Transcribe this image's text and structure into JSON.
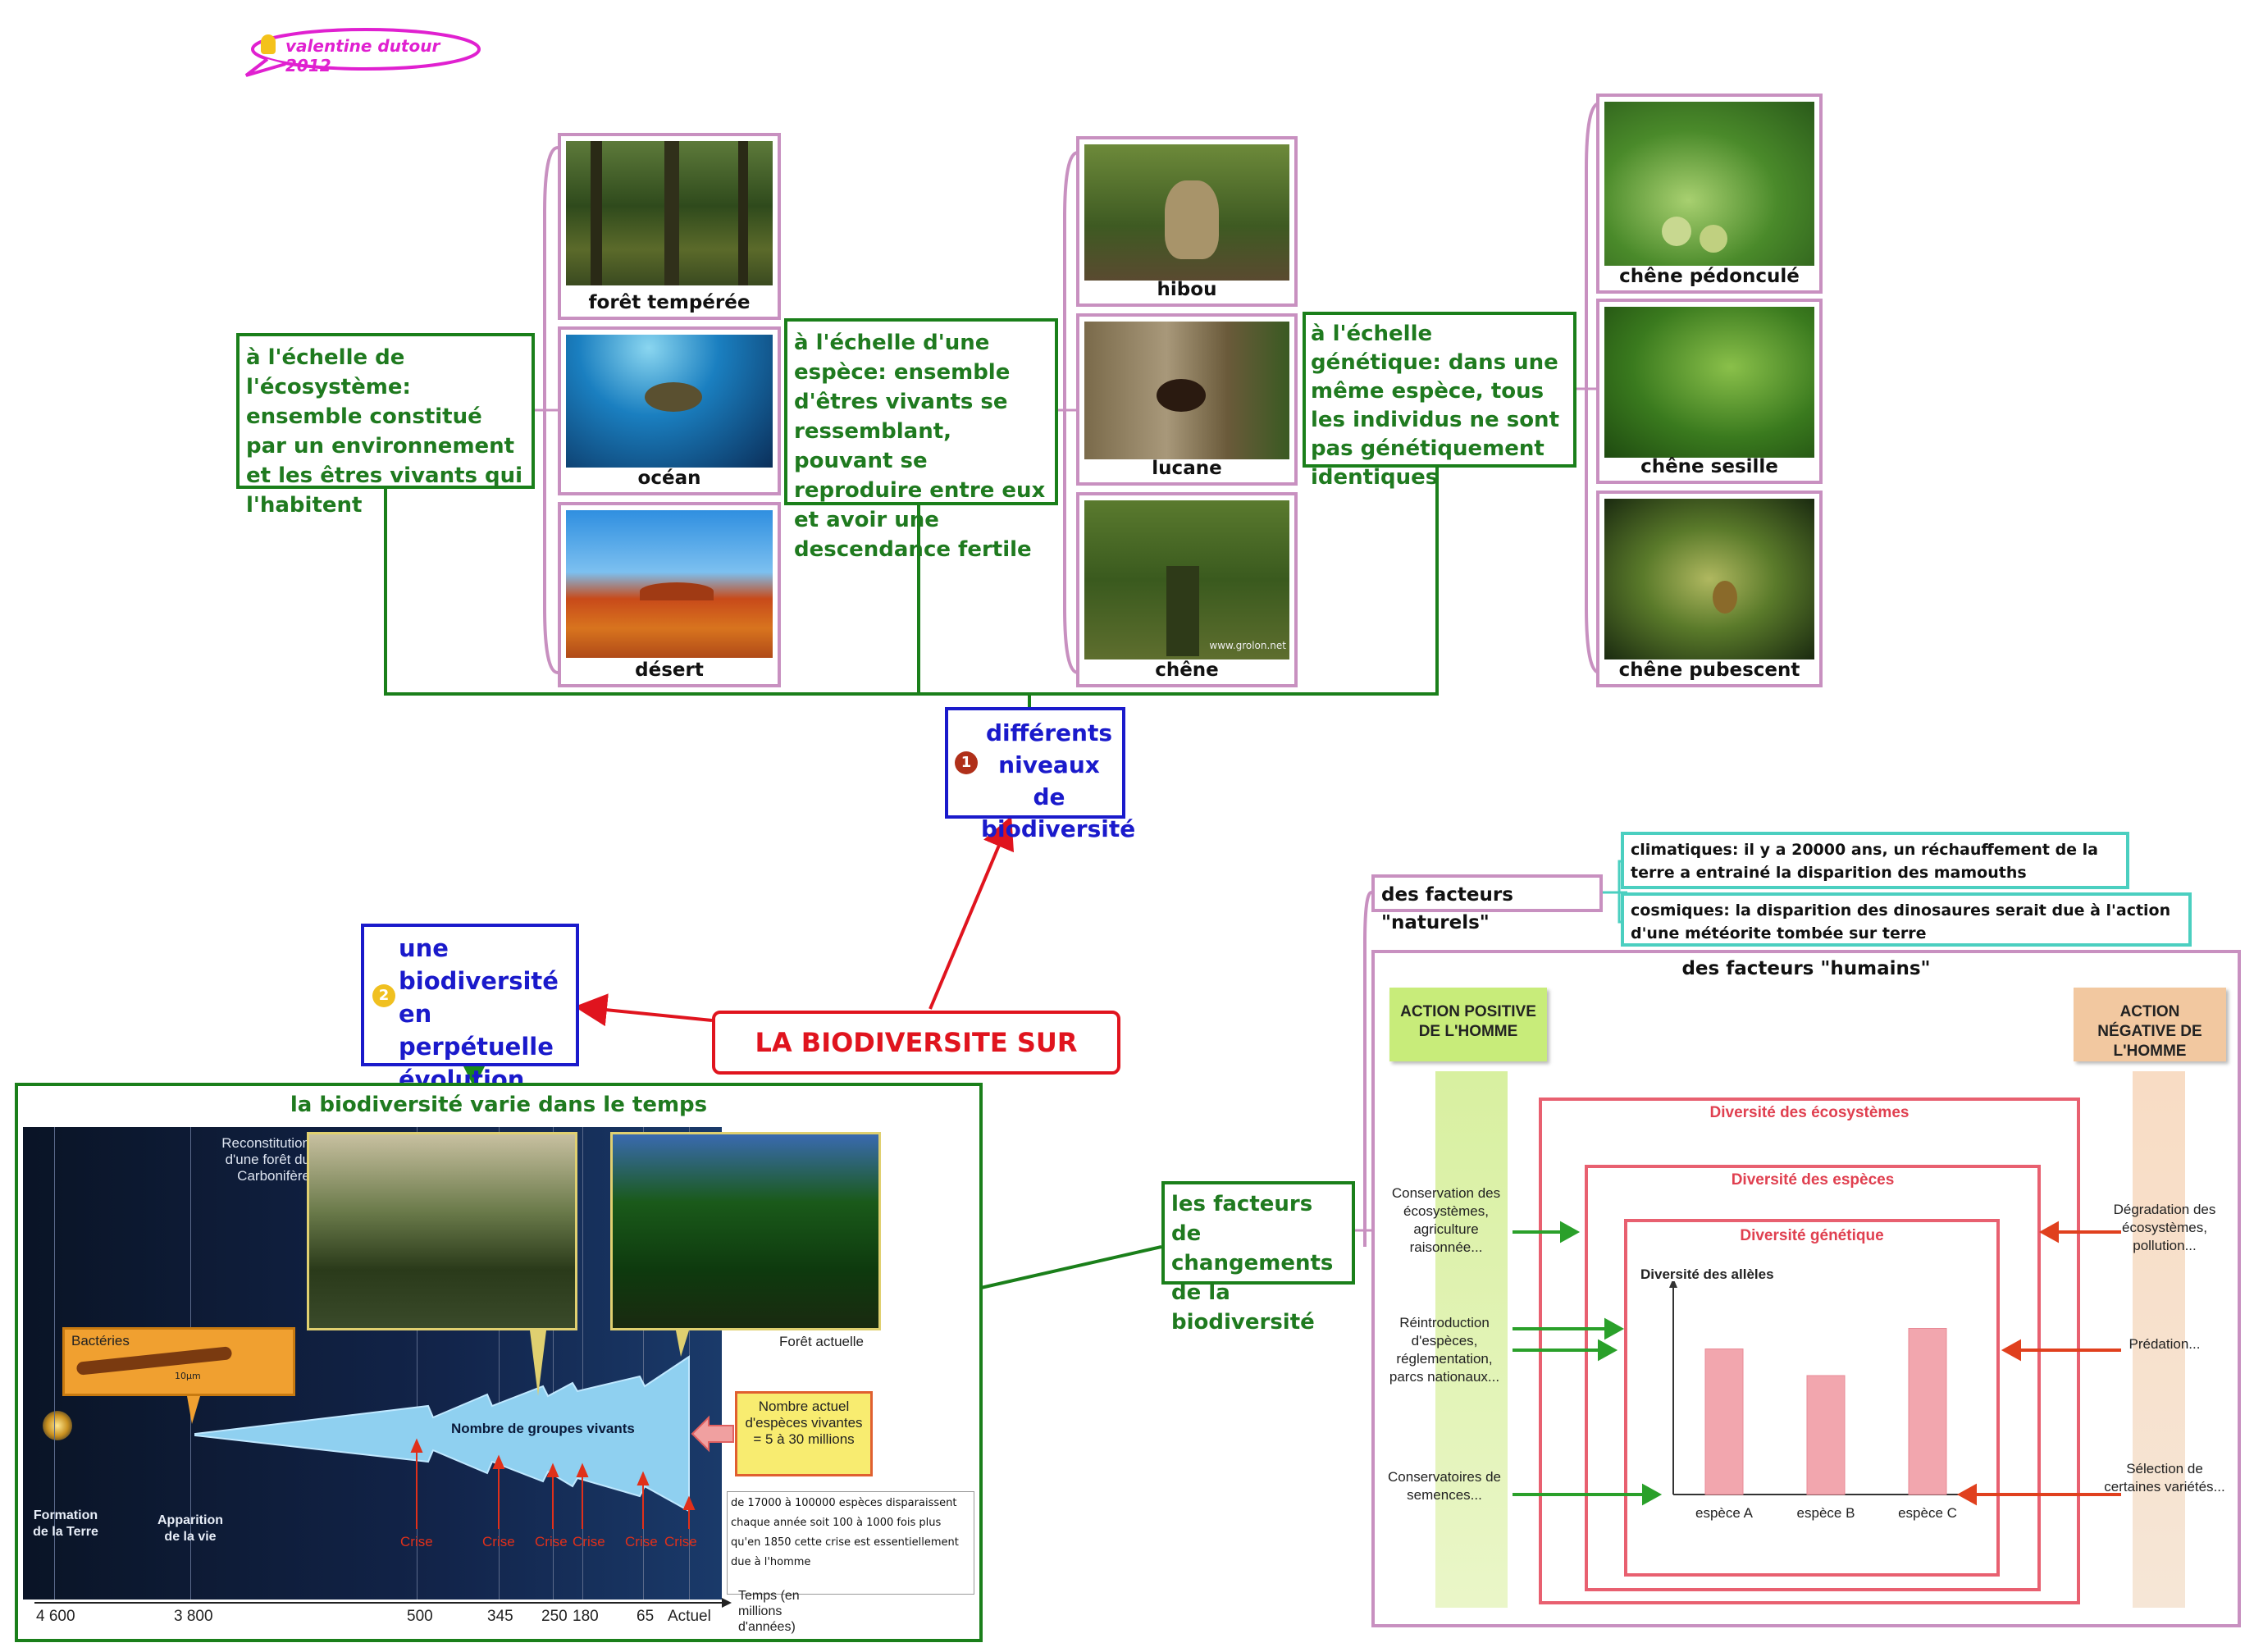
{
  "author_label": "valentine dutour 2012",
  "central_title": "LA BIODIVERSITE SUR TERRE",
  "branch1": {
    "number": "1",
    "title": "différents niveaux de biodiversité"
  },
  "branch2": {
    "number": "2",
    "title": "une biodiversité en perpétuelle évolution"
  },
  "ecosystem": {
    "text": "à l'échelle de l'écosystème: ensemble constitué par un environnement et les êtres vivants qui l'habitent",
    "photos": [
      "forêt tempérée",
      "océan",
      "désert"
    ]
  },
  "species": {
    "text": "à l'échelle d'une espèce: ensemble d'êtres vivants se ressemblant, pouvant se reproduire entre eux et avoir une descendance fertile",
    "photos": [
      "hibou",
      "lucane",
      "chêne"
    ],
    "watermark": "www.grolon.net"
  },
  "genetic": {
    "text": "à l'échelle génétique: dans une même espèce, tous les individus ne sont pas génétiquement identiques",
    "photos": [
      "chêne pédonculé",
      "chêne sesille",
      "chêne pubescent"
    ]
  },
  "timeline": {
    "title": "la biodiversité varie dans le temps",
    "carbonifere": "Reconstitution d'une forêt du Carbonifère",
    "foret_actuelle": "Forêt actuelle",
    "bacteries": "Bactéries",
    "scale": "10µm",
    "groups": "Nombre de groupes vivants",
    "current_count": "Nombre actuel d'espèces vivantes = 5 à 30 millions",
    "formation": "Formation de la Terre",
    "apparition": "Apparition de la vie",
    "crisis": "Crise",
    "ticks": [
      "4 600",
      "3 800",
      "500",
      "345",
      "250",
      "180",
      "65",
      "Actuel"
    ],
    "axis": "Temps (en millions d'années)",
    "note": "de 17000 à 100000 espèces disparaissent chaque année soit 100 à 1000 fois plus qu'en 1850 cette crise est essentiellement due à l'homme"
  },
  "factors": {
    "title": "les facteurs de changements de la biodiversité",
    "natural": "des facteurs \"naturels\"",
    "climatic": "climatiques: il y a 20000 ans, un réchauffement de la terre a entrainé la disparition des mamouths",
    "cosmic": "cosmiques: la disparition des dinosaures serait due à l'action d'une météorite tombée sur terre",
    "human": "des facteurs \"humains\"",
    "positive": "ACTION POSITIVE DE L'HOMME",
    "negative": "ACTION NÉGATIVE DE L'HOMME",
    "eco": "Diversité des écosystèmes",
    "esp": "Diversité des espèces",
    "gen": "Diversité génétique",
    "alleles": "Diversité des allèles",
    "pos1": "Conservation des écosystèmes, agriculture raisonnée...",
    "pos2": "Réintroduction d'espèces, réglementation, parcs nationaux...",
    "pos3": "Conservatoires de semences...",
    "neg1": "Dégradation des écosystèmes, pollution...",
    "neg2": "Prédation...",
    "neg3": "Sélection de certaines variétés...",
    "bars": [
      "espèce A",
      "espèce B",
      "espèce C"
    ]
  },
  "chart_data": {
    "type": "bar",
    "title": "Diversité des allèles",
    "categories": [
      "espèce A",
      "espèce B",
      "espèce C"
    ],
    "values": [
      0.71,
      0.58,
      0.81
    ],
    "ylabel": "",
    "xlabel": ""
  }
}
